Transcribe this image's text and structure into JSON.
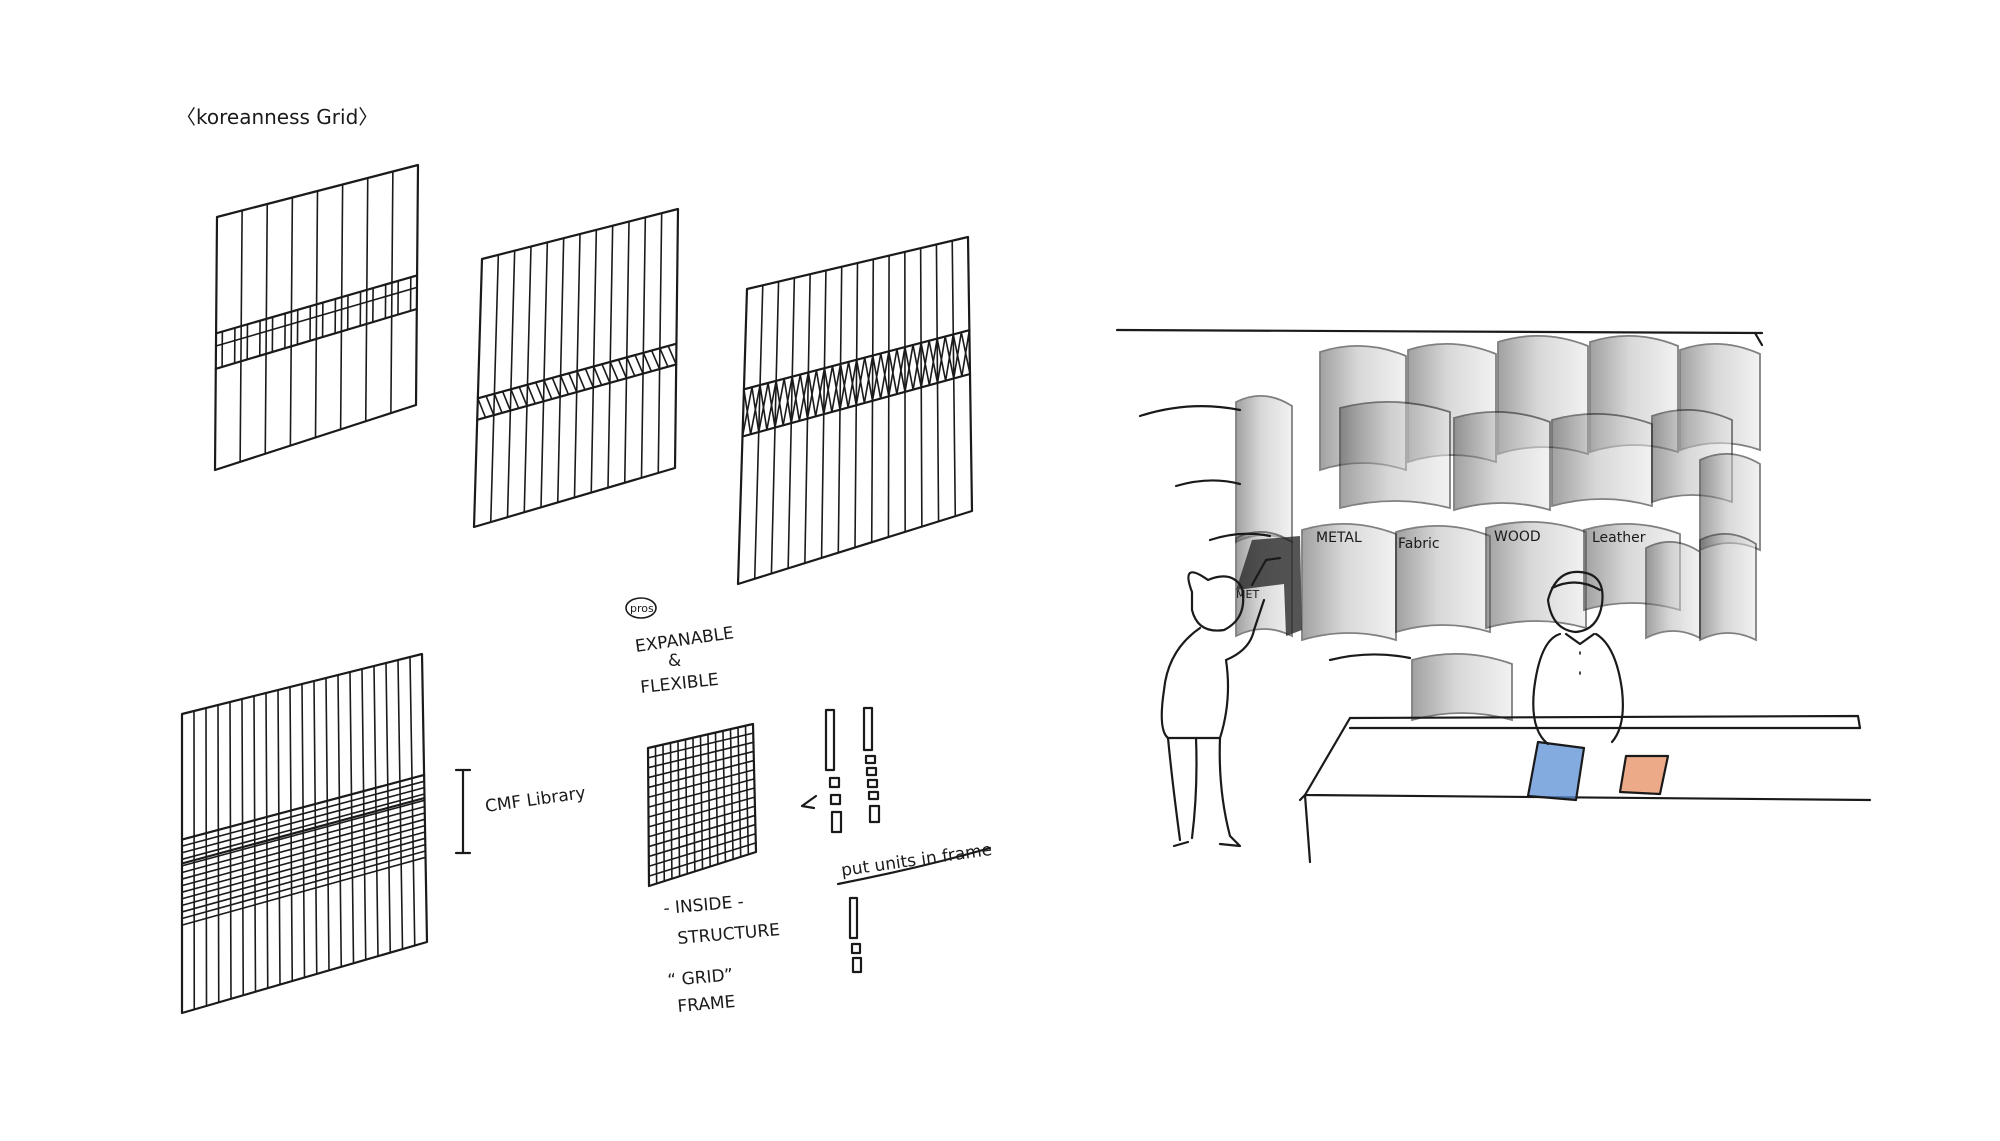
{
  "title": "〈koreanness Grid〉",
  "notes": {
    "pros": "pros",
    "expandable_line1": "EXPANABLE",
    "expandable_line2": "&",
    "expandable_line3": "FLEXIBLE",
    "cmf_library": "CMF Library",
    "inside_line1": "- INSIDE -",
    "inside_line2": "STRUCTURE",
    "grid_line1": "“ GRID”",
    "grid_line2": "FRAME",
    "put_units": "put units in frame"
  },
  "library_scene": {
    "drawer_labels": [
      "METAL",
      "Fabric",
      "WOOD",
      "Leather"
    ],
    "small_label": "MET"
  },
  "colors": {
    "ink": "#1a1a1a",
    "shading": "#9a9a9a",
    "sample_blue": "#5b8fd6",
    "sample_orange": "#e8956a"
  }
}
